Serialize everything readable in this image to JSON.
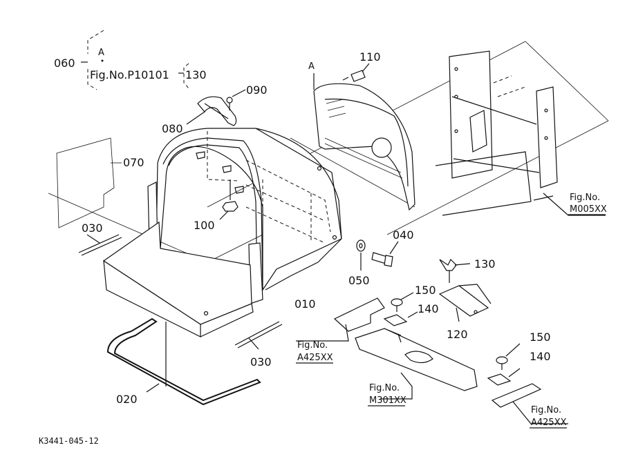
{
  "callouts": {
    "p060": "060",
    "p070": "070",
    "p080": "080",
    "p090": "090",
    "p100": "100",
    "p110": "110",
    "p030a": "030",
    "p030b": "030",
    "p040": "040",
    "p050": "050",
    "p010": "010",
    "p020": "020",
    "p130a": "130",
    "p130b": "130",
    "p150a": "150",
    "p140a": "140",
    "p120": "120",
    "p150b": "150",
    "p140b": "140"
  },
  "refs": {
    "mark_a1": "A",
    "mark_a2": "A",
    "fig_p10101": "Fig.No.P10101",
    "fig_m005_line1": "Fig.No.",
    "fig_m005_line2": "M005XX",
    "fig_a425a_line1": "Fig.No.",
    "fig_a425a_line2": "A425XX",
    "fig_m301_line1": "Fig.No.",
    "fig_m301_line2": "M301XX",
    "fig_a425b_line1": "Fig.No.",
    "fig_a425b_line2": "A425XX"
  },
  "drawing_code": "K3441-045-12"
}
